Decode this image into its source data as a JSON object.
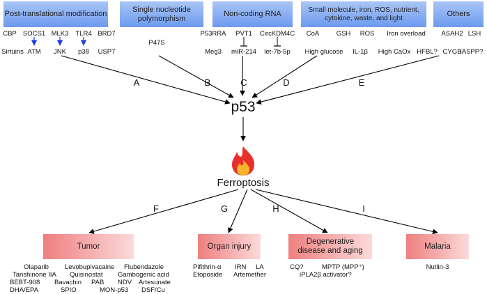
{
  "regulators": {
    "ptm": {
      "title": "Post-translational modification",
      "items_row1": [
        "CBP",
        "SOCS1",
        "MLK3",
        "TLR4",
        "BRD7"
      ],
      "items_row2": [
        "Sirtuins",
        "ATM",
        "JNK",
        "p38",
        "USP7"
      ]
    },
    "snp": {
      "title": "Single nucleotide polymorphism",
      "item": "P47S"
    },
    "ncrna": {
      "title": "Non-coding RNA",
      "items_row1": [
        "P53RRA",
        "PVT1",
        "CircKDM4C"
      ],
      "items_row2": [
        "Meg3",
        "miR-214",
        "let-7b-5p"
      ]
    },
    "small": {
      "title": "Small molecule, iron, ROS, nutrient, cytokine, waste, and light",
      "items_row1": [
        "CoA",
        "GSH",
        "ROS",
        "Iron overload"
      ],
      "items_row2": [
        "High glucose",
        "IL-1β",
        "High CaOx",
        "HFBL?"
      ]
    },
    "others": {
      "title": "Others",
      "items_row1": [
        "ASAH2",
        "LSH"
      ],
      "items_row2": [
        "CYGB",
        "iASPP?"
      ]
    }
  },
  "edge_labels": {
    "a": "A",
    "b": "B",
    "c": "C",
    "d": "D",
    "e": "E",
    "f": "F",
    "g": "G",
    "h": "H",
    "i": "I"
  },
  "center": {
    "p53": "p53",
    "ferroptosis": "Ferroptosis",
    "fire_icon": "fire-icon"
  },
  "outcomes": {
    "tumor": {
      "title": "Tumor",
      "drugs": [
        "Olaparib",
        "Levobupivacaine",
        "Flubendazole",
        "Tanshinone IIA",
        "Quisinostat",
        "Gambogenic acid",
        "BEBT-908",
        "Bavachin",
        "PAB",
        "NDV",
        "Artesunate",
        "DHA/EPA",
        "SPIO",
        "MON-p53",
        "DSF/Cu"
      ]
    },
    "organ": {
      "title": "Organ injury",
      "drugs": [
        "Pifithrin-α",
        "IRN",
        "LA",
        "Etoposide",
        "Artemether"
      ]
    },
    "degen": {
      "title": "Degenerative disease and aging",
      "drugs": [
        "CQ?",
        "MPTP (MPP⁺)",
        "iPLA2β activator?"
      ]
    },
    "malaria": {
      "title": "Malaria",
      "drugs": [
        "Nutlin-3"
      ]
    }
  },
  "colors": {
    "top_box": "#7ea6f2",
    "bottom_box": "#f28a8a",
    "regulation_arrow": "#1f3de0",
    "edge": "#000000"
  }
}
